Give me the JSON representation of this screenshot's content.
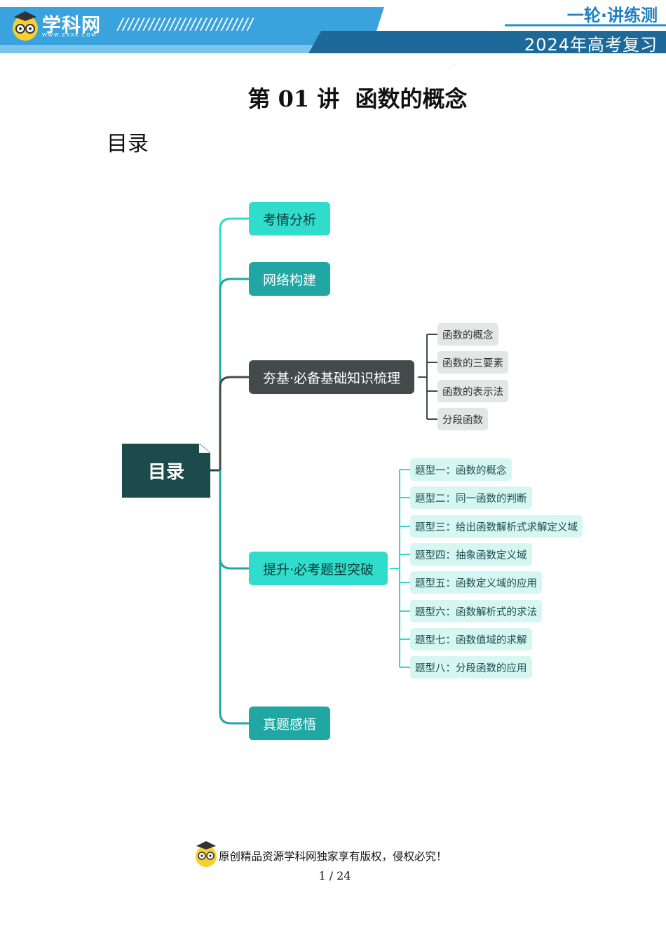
{
  "header": {
    "logo_text": "学科网",
    "logo_url": "WWW.ZXXK.COM",
    "slashes": "//////////////////////////",
    "series": "一轮·讲练测",
    "year": "2024年高考复习"
  },
  "document": {
    "title": "第 01 讲  函数的概念",
    "toc_heading": "目录"
  },
  "mindmap": {
    "root": "目录",
    "branches": [
      {
        "label": "考情分析"
      },
      {
        "label": "网络构建"
      },
      {
        "label": "夯基·必备基础知识梳理",
        "children": [
          "函数的概念",
          "函数的三要素",
          "函数的表示法",
          "分段函数"
        ]
      },
      {
        "label": "提升·必考题型突破",
        "children": [
          "题型一：函数的概念",
          "题型二：同一函数的判断",
          "题型三：给出函数解析式求解定义域",
          "题型四：抽象函数定义域",
          "题型五：函数定义域的应用",
          "题型六：函数解析式的求法",
          "题型七：函数值域的求解",
          "题型八：分段函数的应用"
        ]
      },
      {
        "label": "真题感悟"
      }
    ]
  },
  "footer": {
    "copyright": "原创精品资源学科网独家享有版权，侵权必究！",
    "page": "1 / 24"
  },
  "colors": {
    "header_blue": "#2a9fd6",
    "header_dark": "#1d6a9a",
    "cyan": "#30dccb",
    "teal": "#20a7a3",
    "dark": "#424a4a",
    "root": "#1d4a4a"
  }
}
